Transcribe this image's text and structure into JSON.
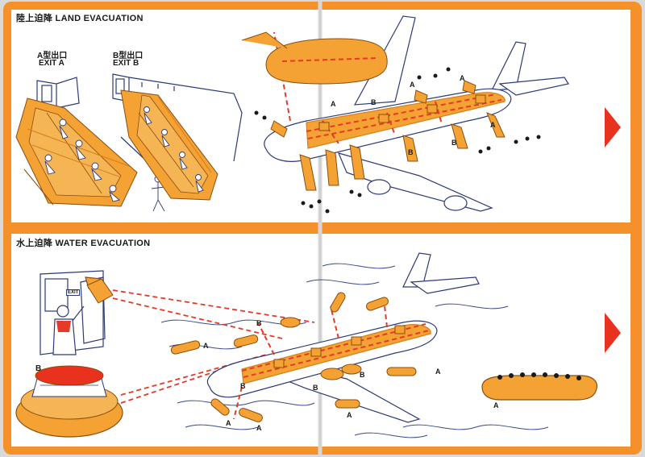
{
  "colors": {
    "border": "#f4912a",
    "panel": "#ffffff",
    "accent_red": "#e8321e",
    "dashed_red": "#e53a27",
    "line": "#2d3a78",
    "slide": "#f3a233",
    "slide_dark": "#d77e1a",
    "water": "#3a4a8a"
  },
  "land_section": {
    "title": "陸上迫降 LAND EVACUATION",
    "exit_a_cn": "A型出口",
    "exit_a": "EXIT A",
    "exit_b_cn": "B型出口",
    "exit_b": "EXIT B",
    "door_labels": [
      "A",
      "A",
      "A",
      "A",
      "B",
      "B",
      "B"
    ]
  },
  "water_section": {
    "title": "水上迫降 WATER EVACUATION",
    "raft_b_label": "B",
    "exit_sign": "EXIT",
    "raft_labels": [
      "A",
      "A",
      "A",
      "A",
      "A",
      "A",
      "B",
      "B",
      "B",
      "B"
    ]
  },
  "icons": [
    "next-page-arrow-icon",
    "next-page-arrow-icon"
  ]
}
